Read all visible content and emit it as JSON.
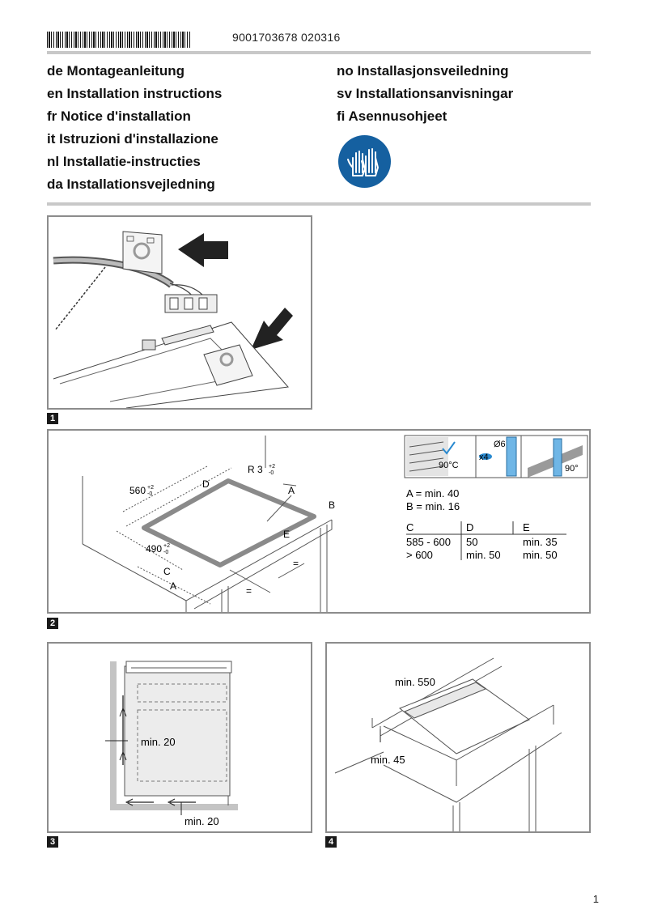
{
  "header": {
    "barcode_number": "9001703678 020316"
  },
  "titles": {
    "left": [
      "de Montageanleitung",
      "en Installation instructions",
      "fr Notice d'installation",
      "it Istruzioni d'installazione",
      "nl Installatie-instructies",
      "da Installationsvejledning"
    ],
    "right": [
      "no Installasjonsveiledning",
      "sv Installationsanvisningar",
      "fi Asennusohjeet"
    ]
  },
  "figures": {
    "fig1": {
      "number": "1"
    },
    "fig2": {
      "number": "2",
      "dim_depth": "560",
      "dim_width": "490",
      "tol_plus": "+2",
      "tol_minus": "-0",
      "radius": "R 3",
      "labels": {
        "A": "A",
        "B": "B",
        "C": "C",
        "D": "D",
        "E": "E",
        "equal": "="
      },
      "icons": {
        "temp": "90°C",
        "drill_diameter": "Ø6",
        "count": "x4",
        "angle": "90°"
      },
      "requirements": [
        "A = min. 40",
        "B = min. 16"
      ],
      "table": {
        "headers": [
          "C",
          "D",
          "E"
        ],
        "rows": [
          [
            "585 - 600",
            "50",
            "min. 35"
          ],
          [
            "> 600",
            "min. 50",
            "min. 50"
          ]
        ]
      }
    },
    "fig3": {
      "number": "3",
      "min_side": "min. 20",
      "min_bottom": "min. 20"
    },
    "fig4": {
      "number": "4",
      "min_front": "min. 550",
      "min_height": "min. 45"
    }
  },
  "footer": {
    "page_number": "1"
  }
}
